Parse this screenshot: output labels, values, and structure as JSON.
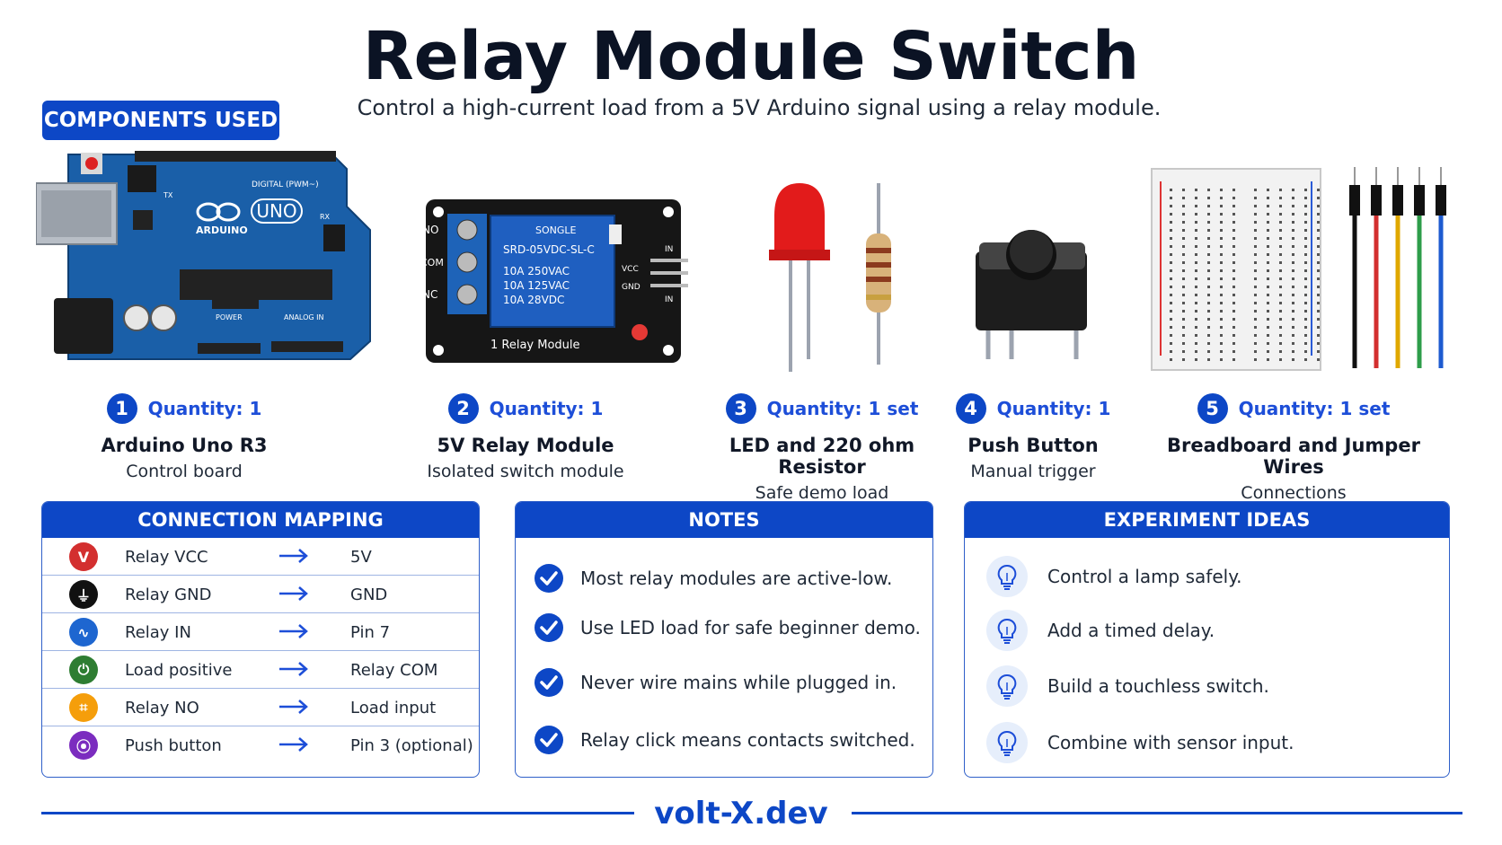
{
  "header": {
    "title": "Relay Module Switch",
    "subtitle": "Control a high-current load from a 5V Arduino signal using a relay module."
  },
  "components_badge": "COMPONENTS USED",
  "components": [
    {
      "number": "1",
      "quantity": "Quantity: 1",
      "name": "Arduino Uno R3",
      "desc": "Control board"
    },
    {
      "number": "2",
      "quantity": "Quantity: 1",
      "name": "5V Relay Module",
      "desc": "Isolated switch module"
    },
    {
      "number": "3",
      "quantity": "Quantity: 1 set",
      "name": "LED and 220 ohm Resistor",
      "desc": "Safe demo load"
    },
    {
      "number": "4",
      "quantity": "Quantity: 1",
      "name": "Push Button",
      "desc": "Manual trigger"
    },
    {
      "number": "5",
      "quantity": "Quantity: 1 set",
      "name": "Breadboard and Jumper Wires",
      "desc": "Connections"
    }
  ],
  "illustration_text": {
    "uno": "UNO",
    "arduino": "ARDUINO",
    "digital": "DIGITAL (PWM~)",
    "power": "POWER",
    "analog": "ANALOG IN",
    "tx": "TX",
    "rx": "RX",
    "relay_brand": "SONGLE",
    "relay_model": "SRD-05VDC-SL-C",
    "relay_spec1": "10A  250VAC",
    "relay_spec2": "10A  125VAC",
    "relay_spec3": "10A  28VDC",
    "relay_label": "1 Relay Module",
    "relay_no": "NO",
    "relay_com": "COM",
    "relay_nc": "NC",
    "relay_in": "IN",
    "relay_vcc": "VCC",
    "relay_gnd": "GND"
  },
  "connection_mapping": {
    "title": "CONNECTION MAPPING",
    "rows": [
      {
        "from": "Relay VCC",
        "to": "5V",
        "icon": "vcc-icon",
        "color": "#d32f2f"
      },
      {
        "from": "Relay GND",
        "to": "GND",
        "icon": "ground-icon",
        "color": "#111111"
      },
      {
        "from": "Relay IN",
        "to": "Pin 7",
        "icon": "signal-icon",
        "color": "#1e66d0"
      },
      {
        "from": "Load positive",
        "to": "Relay COM",
        "icon": "plug-icon",
        "color": "#2e7d32"
      },
      {
        "from": "Relay NO",
        "to": "Load input",
        "icon": "relay-icon",
        "color": "#f59e0b"
      },
      {
        "from": "Push button",
        "to": "Pin 3 (optional)",
        "icon": "button-icon",
        "color": "#7b2cbf"
      }
    ]
  },
  "notes": {
    "title": "NOTES",
    "items": [
      "Most relay modules are active-low.",
      "Use LED load for safe beginner demo.",
      "Never wire mains while plugged in.",
      "Relay click means contacts switched."
    ]
  },
  "ideas": {
    "title": "EXPERIMENT IDEAS",
    "items": [
      "Control a lamp safely.",
      "Add a timed delay.",
      "Build a touchless switch.",
      "Combine with sensor input."
    ]
  },
  "footer": {
    "brand": "volt-X.dev"
  },
  "colors": {
    "accent": "#0d47c6",
    "board": "#1a5fa8"
  }
}
